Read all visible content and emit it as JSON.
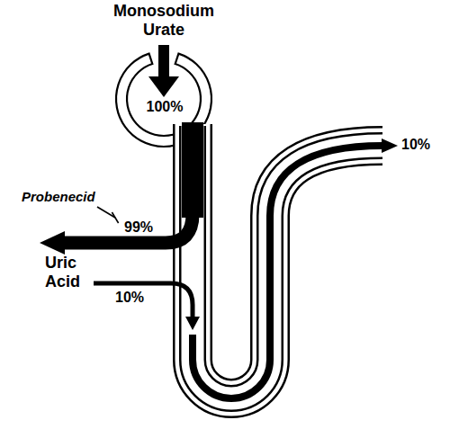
{
  "diagram": {
    "labels": [
      "Monosodium Urate",
      "100%",
      "10%",
      "Probenecid",
      "99%",
      "Uric Acid",
      "10%"
    ]
  }
}
